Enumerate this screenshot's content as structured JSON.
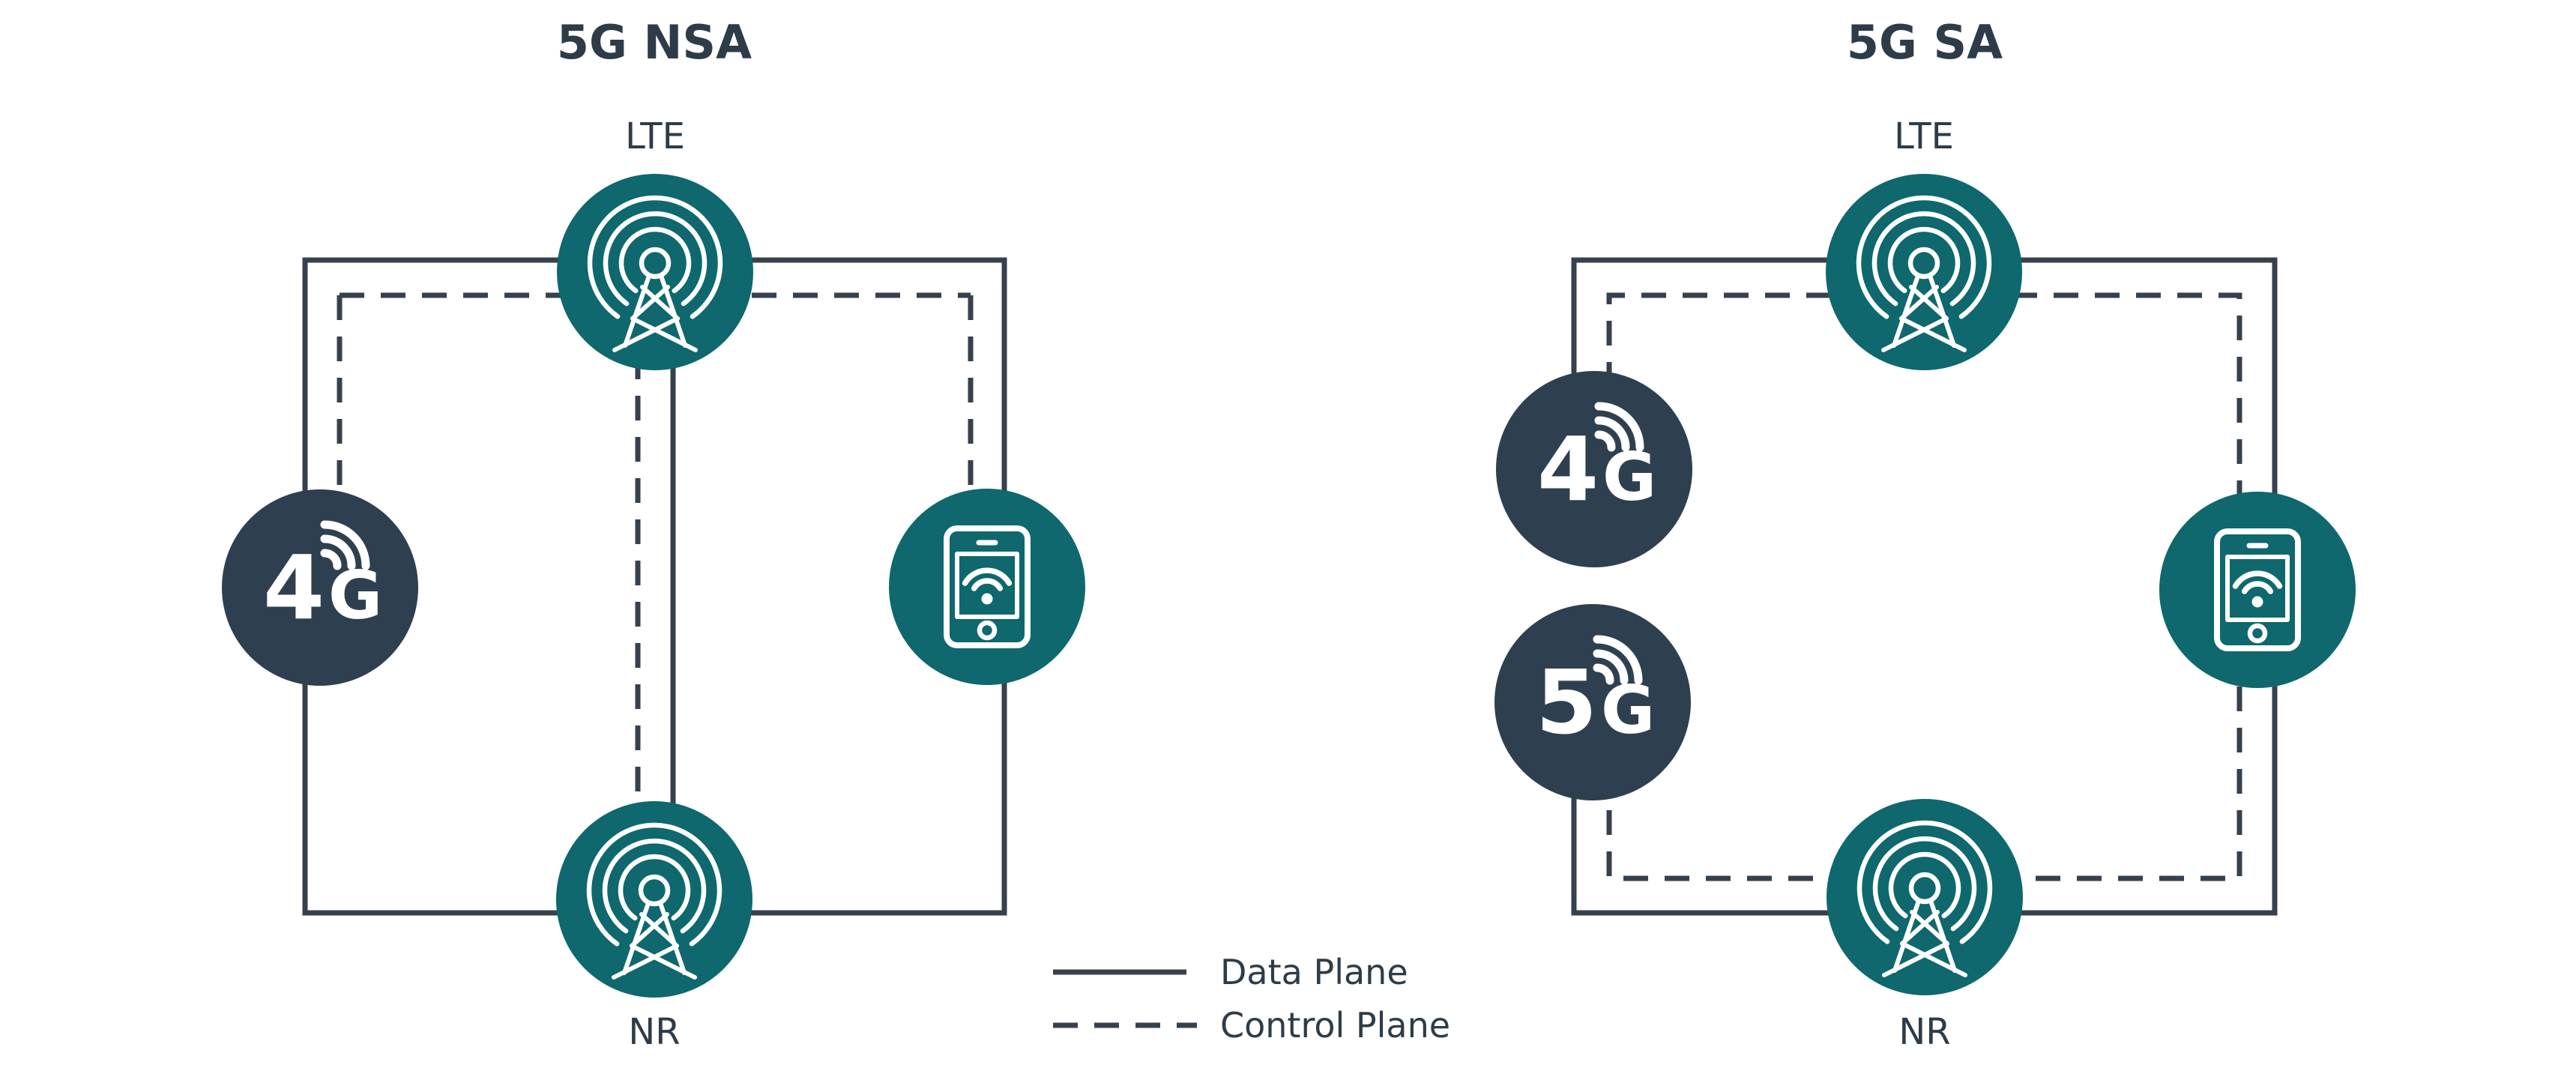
{
  "colors": {
    "background": "#FFFFFF",
    "teal": "#0E686D",
    "slate": "#2E4050",
    "line_color": "#37414D",
    "text_color": "#2E3C49",
    "white": "#FFFFFF"
  },
  "diagrams": {
    "nsa": {
      "title": "5G NSA",
      "top_label": "LTE",
      "bottom_label": "NR",
      "badges": [
        {
          "number": "4",
          "suffix": "G"
        }
      ]
    },
    "sa": {
      "title": "5G SA",
      "top_label": "LTE",
      "bottom_label": "NR",
      "badges": [
        {
          "number": "4",
          "suffix": "G"
        },
        {
          "number": "5",
          "suffix": "G"
        }
      ]
    }
  },
  "legend": {
    "data_plane_label": "Data Plane",
    "control_plane_label": "Control Plane"
  }
}
